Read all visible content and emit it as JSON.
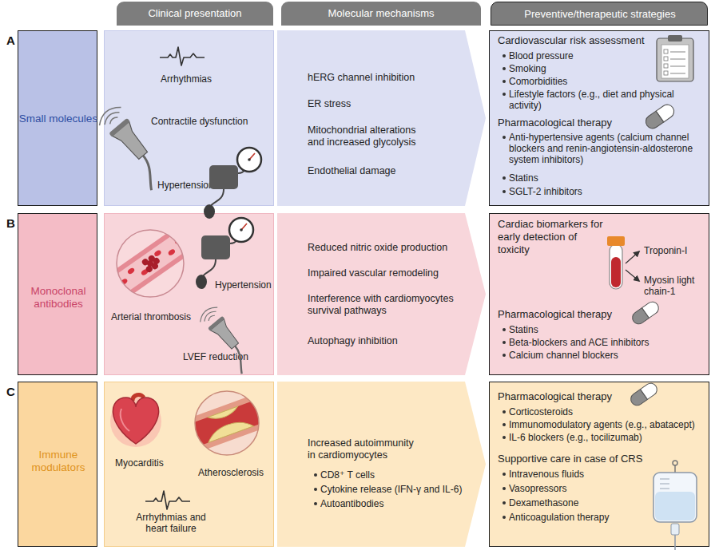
{
  "diagram": {
    "nodes": [
      {
        "text": [
          "Clinical presentation"
        ]
      },
      {
        "text": [
          "Molecular mechanisms"
        ]
      },
      {
        "text": [
          "Preventive/therapeutic strategies"
        ]
      },
      {
        "text": [
          "Small molecules"
        ]
      },
      {
        "text": [
          "Arrhythmias",
          "Contractile dysfunction",
          "Hypertension"
        ]
      },
      {
        "text": [
          "hERG channel inhibition",
          "ER stress",
          "Mitochondrial alterations and increased glycolysis",
          "Endothelial damage"
        ]
      },
      {
        "text": [
          "Cardiovascular risk assessment",
          "Blood pressure",
          "Smoking",
          "Comorbidities",
          "Lifestyle factors (e.g., diet and physical activity)",
          "Pharmacological therapy",
          "Anti-hypertensive agents (calcium channel blockers and renin-angiotensin-aldosterone system inhibitors)",
          "Statins",
          "SGLT-2 inhibitors"
        ]
      },
      {
        "text": [
          "Monoclonal antibodies"
        ]
      },
      {
        "text": [
          "Hypertension",
          "Arterial thrombosis",
          "LVEF reduction"
        ]
      },
      {
        "text": [
          "Reduced nitric oxide production",
          "Impaired vascular remodeling",
          "Interference with cardiomyocytes survival pathways",
          "Autophagy inhibition"
        ]
      },
      {
        "text": [
          "Cardiac biomarkers for early detection of toxicity",
          "Troponin-I",
          "Myosin light chain-1",
          "Pharmacological therapy",
          "Statins",
          "Beta-blockers and ACE inhibitors",
          "Calcium channel blockers"
        ]
      },
      {
        "text": [
          "Immune modulators"
        ]
      },
      {
        "text": [
          "Myocarditis",
          "Atherosclerosis",
          "Arrhythmias and heart failure"
        ]
      },
      {
        "text": [
          "Increased autoimmunity in cardiomyocytes",
          "CD8⁺ T cells",
          "Cytokine release (IFN-γ and IL-6)",
          "Autoantibodies"
        ]
      },
      {
        "text": [
          "Pharmacological therapy",
          "Corticosteroids",
          "Immunomodulatory agents (e.g., abatacept)",
          "IL-6 blockers (e.g., tocilizumab)",
          "Supportive care in case of CRS",
          "Intravenous fluids",
          "Vasopressors",
          "Dexamethasone",
          "Anticoagulation therapy"
        ]
      }
    ],
    "labels": [
      "A",
      "B",
      "C"
    ]
  }
}
